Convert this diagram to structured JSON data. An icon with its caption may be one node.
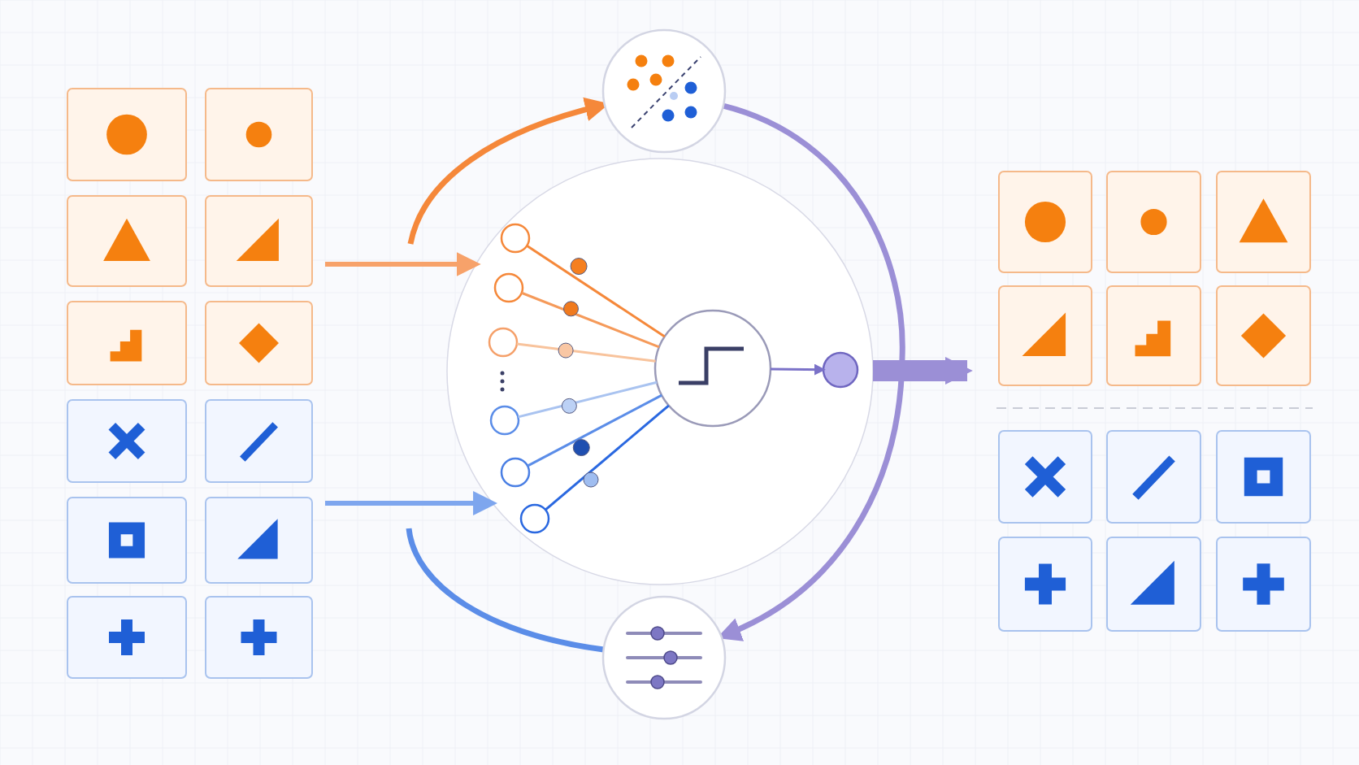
{
  "diagram": {
    "nodes": [
      {
        "text": [],
        "shape": "circle"
      },
      {
        "text": [],
        "shape": "circle"
      },
      {
        "text": [],
        "shape": "circle",
        "in": 1
      },
      {
        "text": [],
        "shape": "circle",
        "in": 1
      },
      {
        "text": [],
        "shape": "circle"
      },
      {
        "text": [],
        "shape": "circle",
        "in": 1
      },
      {
        "text": [],
        "shape": "circle",
        "in": 1
      },
      {
        "text": [],
        "shape": "circle",
        "in": 1
      },
      {
        "text": [],
        "shape": "circle",
        "in": 1
      },
      {
        "text": [],
        "shape": "circle",
        "in": 1
      },
      {
        "text": [],
        "shape": "circle",
        "in": 1
      }
    ],
    "edges": [
      {
        "from": 5,
        "to": 2,
        "arrow": "none",
        "color": "#f5883a"
      },
      {
        "from": 6,
        "to": 2,
        "arrow": "none",
        "color": "#f59a5a"
      },
      {
        "from": 7,
        "to": 2,
        "arrow": "none",
        "color": "#f8c39c"
      },
      {
        "from": 8,
        "to": 2,
        "arrow": "none",
        "color": "#a9c3f0"
      },
      {
        "from": 9,
        "to": 2,
        "arrow": "none",
        "color": "#5b8de8"
      },
      {
        "from": 10,
        "to": 2,
        "arrow": "none",
        "color": "#2a68e0"
      },
      {
        "from": 2,
        "to": 3,
        "arrow": "to",
        "color": "#7b72c8"
      },
      {
        "from": null,
        "to": 1,
        "arrow": "to",
        "color": "#f7a26a",
        "style": "thick"
      },
      {
        "from": null,
        "to": 1,
        "arrow": "to",
        "color": "#7ea6ee",
        "style": "thick"
      },
      {
        "from": null,
        "to": 0,
        "arrow": "to",
        "color": "#f5883a",
        "style": "thick"
      },
      {
        "from": 0,
        "to": 4,
        "arrow": "to",
        "color": "#9b8fd6",
        "style": "thick"
      },
      {
        "from": 4,
        "to": null,
        "arrow": "none",
        "color": "#5b8de8",
        "style": "thick"
      },
      {
        "from": 1,
        "to": null,
        "arrow": "to",
        "color": "#9b8fd6",
        "style": "thick"
      }
    ]
  }
}
